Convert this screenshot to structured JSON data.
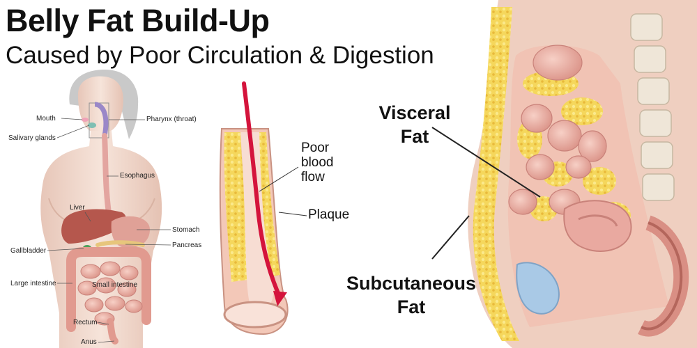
{
  "header": {
    "title": "Belly Fat Build-Up",
    "subtitle": "Caused by Poor Circulation & Digestion"
  },
  "digestive_labels": {
    "mouth": "Mouth",
    "salivary_glands": "Salivary glands",
    "pharynx": "Pharynx (throat)",
    "esophagus": "Esophagus",
    "liver": "Liver",
    "stomach": "Stomach",
    "gallbladder": "Gallbladder",
    "pancreas": "Pancreas",
    "large_intestine": "Large intestine",
    "small_intestine": "Small intestine",
    "rectum": "Rectum",
    "anus": "Anus"
  },
  "artery_labels": {
    "poor_blood_flow": [
      "Poor",
      "blood",
      "flow"
    ],
    "plaque": "Plaque"
  },
  "fat_labels": {
    "visceral": [
      "Visceral",
      "Fat"
    ],
    "subcutaneous": [
      "Subcutaneous",
      "Fat"
    ]
  },
  "colors": {
    "skin": "#f2d9cc",
    "organ_pink": "#e9a9a0",
    "fat_yellow": "#f3d24a",
    "blood_red": "#d4143c",
    "liver": "#b5574d",
    "bladder_blue": "#a9c9e6"
  }
}
